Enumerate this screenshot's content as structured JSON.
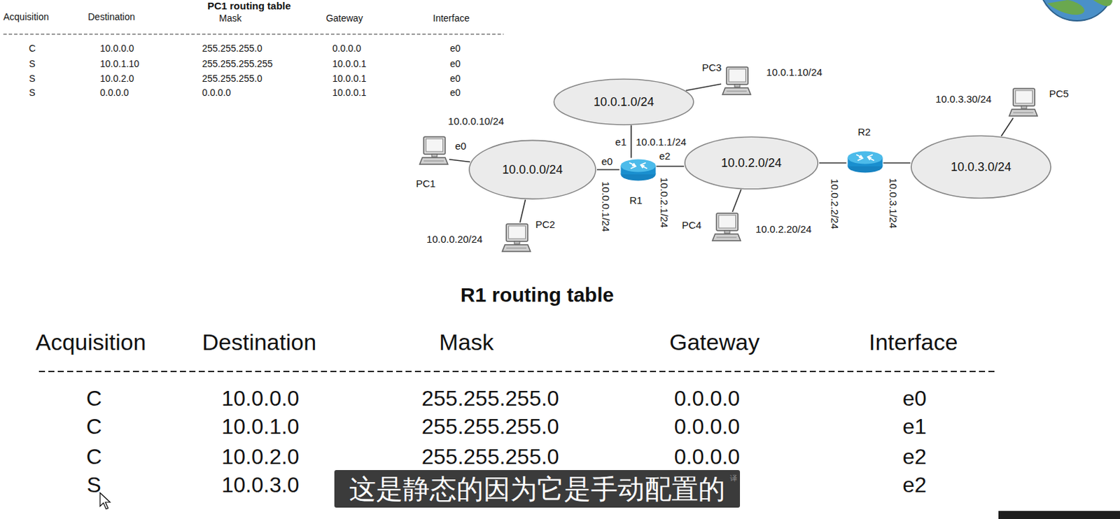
{
  "diagram": {
    "nodes": [
      {
        "text": [
          "PC3",
          "10.0.1.10/24"
        ]
      },
      {
        "text": [
          "PC5",
          "10.0.3.30/24"
        ]
      },
      {
        "text": [
          "10.0.1.0/24"
        ]
      },
      {
        "text": [
          "R2"
        ]
      },
      {
        "text": [
          "PC1",
          "10.0.0.10/24"
        ]
      },
      {
        "text": [
          "10.0.0.0/24"
        ]
      },
      {
        "text": [
          "R1"
        ]
      },
      {
        "text": [
          "10.0.2.0/24"
        ]
      },
      {
        "text": [
          "10.0.3.0/24"
        ]
      },
      {
        "text": [
          "PC2",
          "10.0.0.20/24"
        ]
      },
      {
        "text": [
          "PC4",
          "10.0.2.20/24"
        ]
      }
    ],
    "edges": [
      {
        "from": 0,
        "to": 2,
        "arrow": "none"
      },
      {
        "from": 1,
        "to": 8,
        "arrow": "none"
      },
      {
        "from": 2,
        "to": 6,
        "arrow": "none"
      },
      {
        "from": 4,
        "to": 5,
        "arrow": "none"
      },
      {
        "from": 5,
        "to": 6,
        "arrow": "none"
      },
      {
        "from": 6,
        "to": 7,
        "arrow": "none"
      },
      {
        "from": 7,
        "to": 3,
        "arrow": "none"
      },
      {
        "from": 3,
        "to": 8,
        "arrow": "none"
      },
      {
        "from": 9,
        "to": 5,
        "arrow": "none"
      },
      {
        "from": 10,
        "to": 7,
        "arrow": "none"
      }
    ],
    "labels": [
      "PC1 routing table",
      "Acquisition",
      "Destination",
      "Mask",
      "Gateway",
      "Interface",
      "C",
      "10.0.0.0",
      "255.255.255.0",
      "0.0.0.0",
      "e0",
      "S",
      "10.0.1.10",
      "255.255.255.255",
      "10.0.0.1",
      "e0",
      "S",
      "10.0.2.0",
      "255.255.255.0",
      "10.0.0.1",
      "e0",
      "S",
      "0.0.0.0",
      "0.0.0.0",
      "10.0.0.1",
      "e0",
      "e0",
      "e1",
      "10.0.1.1/24",
      "e0",
      "e2",
      "10.0.0.1/24",
      "10.0.2.1/24",
      "10.0.2.2/24",
      "10.0.3.1/24",
      "R1 routing table",
      "Acquisition",
      "Destination",
      "Mask",
      "Gateway",
      "Interface",
      "C",
      "10.0.0.0",
      "255.255.255.0",
      "0.0.0.0",
      "e0",
      "C",
      "10.0.1.0",
      "255.255.255.0",
      "0.0.0.0",
      "e1",
      "C",
      "10.0.2.0",
      "255.255.255.0",
      "0.0.0.0",
      "e2",
      "S",
      "10.0.3.0",
      "e2",
      "这是静态的因为它是手动配置的",
      "译"
    ]
  }
}
